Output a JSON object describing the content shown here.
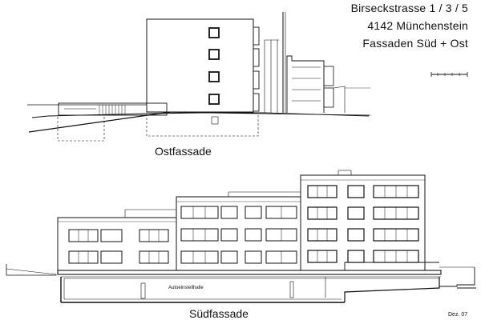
{
  "title": {
    "line1": "Birseckstrasse 1 / 3 / 5",
    "line2": "4142 Münchenstein",
    "line3": "Fassaden Süd + Ost"
  },
  "labels": {
    "east_facade": "Ostfassade",
    "south_facade": "Südfassade",
    "garage": "Autoeinstellhalle",
    "date": "Dez. 07"
  }
}
